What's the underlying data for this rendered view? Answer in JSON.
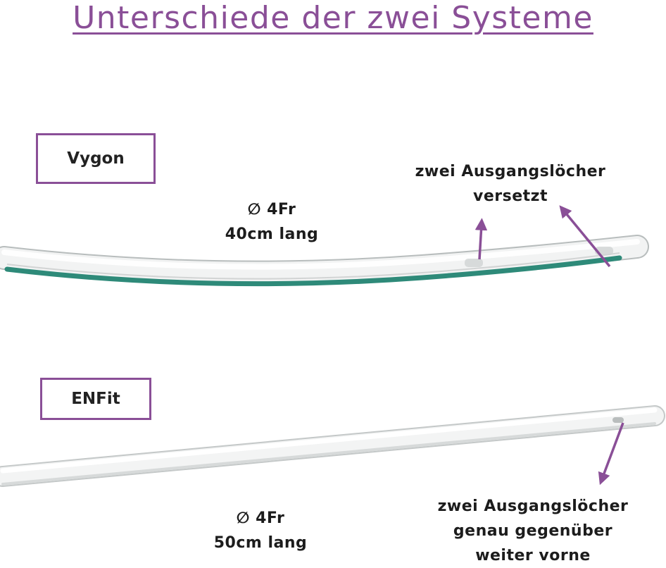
{
  "title": "Unterschiede der zwei Systeme",
  "colors": {
    "accent": "#8a4f97",
    "stripe": "#2e8a79"
  },
  "systems": [
    {
      "name": "Vygon",
      "spec_line1": "∅ 4Fr",
      "spec_line2": "40cm lang",
      "note_lines": [
        "zwei Ausgangslöcher",
        "versetzt"
      ]
    },
    {
      "name": "ENFit",
      "spec_line1": "∅ 4Fr",
      "spec_line2": "50cm lang",
      "note_lines": [
        "zwei Ausgangslöcher",
        "genau gegenüber",
        "weiter vorne"
      ]
    }
  ]
}
